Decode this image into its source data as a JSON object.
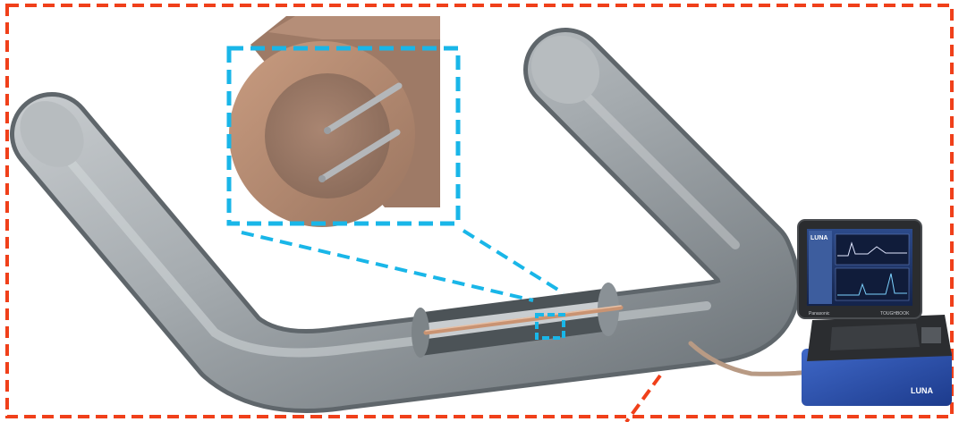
{
  "colors": {
    "frame_dash": "#f0401a",
    "zoom_dash": "#19b6e8",
    "pipe": "#9aa1a6",
    "copper": "#b08a72",
    "cable": "#b89a84"
  },
  "icons": {
    "pipe": "u-shaped-pipe",
    "cross_section": "pipe-cross-section",
    "interrogator": "fiber-interrogator-laptop"
  },
  "laptop": {
    "screen_brand": "LUNA",
    "base_brand": "LUNA",
    "bezel_brand": "Panasonic",
    "bezel_model": "TOUGHBOOK"
  }
}
